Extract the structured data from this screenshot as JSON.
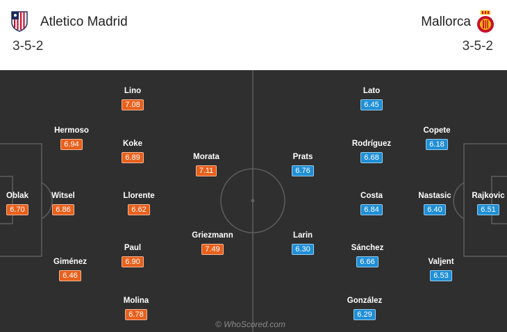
{
  "home": {
    "name": "Atletico Madrid",
    "formation": "3-5-2",
    "crest_icon": "atletico-madrid-crest-icon",
    "rating_color": "#e8601c",
    "players": [
      {
        "name": "Oblak",
        "rating": "6.70"
      },
      {
        "name": "Hermoso",
        "rating": "6.94"
      },
      {
        "name": "Witsel",
        "rating": "6.86"
      },
      {
        "name": "Giménez",
        "rating": "6.46"
      },
      {
        "name": "Lino",
        "rating": "7.08"
      },
      {
        "name": "Koke",
        "rating": "6.89"
      },
      {
        "name": "Llorente",
        "rating": "6.62"
      },
      {
        "name": "Paul",
        "rating": "6.90"
      },
      {
        "name": "Molina",
        "rating": "6.78"
      },
      {
        "name": "Morata",
        "rating": "7.11"
      },
      {
        "name": "Griezmann",
        "rating": "7.49"
      }
    ]
  },
  "away": {
    "name": "Mallorca",
    "formation": "3-5-2",
    "crest_icon": "mallorca-crest-icon",
    "rating_color": "#1f8fd6",
    "players": [
      {
        "name": "Prats",
        "rating": "6.76"
      },
      {
        "name": "Larin",
        "rating": "6.30"
      },
      {
        "name": "Lato",
        "rating": "6.45"
      },
      {
        "name": "Rodríguez",
        "rating": "6.68"
      },
      {
        "name": "Costa",
        "rating": "6.84"
      },
      {
        "name": "Sánchez",
        "rating": "6.66"
      },
      {
        "name": "González",
        "rating": "6.29"
      },
      {
        "name": "Copete",
        "rating": "6.18"
      },
      {
        "name": "Nastasic",
        "rating": "6.40"
      },
      {
        "name": "Valjent",
        "rating": "6.53"
      },
      {
        "name": "Rajkovic",
        "rating": "6.51"
      }
    ]
  },
  "watermark": "© WhoScored.com"
}
